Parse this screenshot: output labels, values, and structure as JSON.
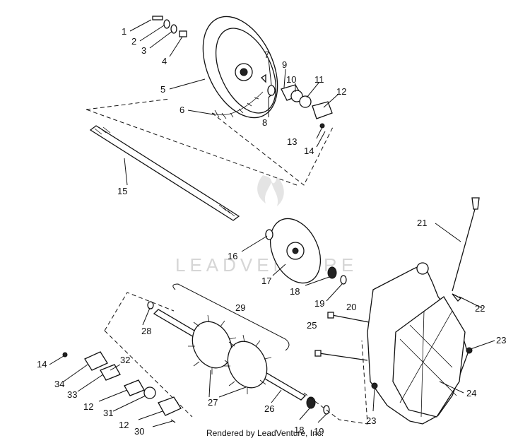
{
  "watermark": {
    "text": "LEADVENTURE"
  },
  "footer": {
    "credit": "Rendered by LeadVenture, Inc."
  },
  "callouts": [
    "1",
    "2",
    "3",
    "4",
    "5",
    "6",
    "7",
    "8",
    "9",
    "10",
    "11",
    "12",
    "13",
    "14",
    "15",
    "16",
    "17",
    "18",
    "19",
    "20",
    "21",
    "22",
    "23",
    "24",
    "25",
    "26",
    "27",
    "28",
    "29",
    "30",
    "31",
    "32",
    "33",
    "34"
  ],
  "repeat_callouts": {
    "12b": "12",
    "12c": "12",
    "14b": "14",
    "18b": "18",
    "19b": "19",
    "23b": "23"
  }
}
